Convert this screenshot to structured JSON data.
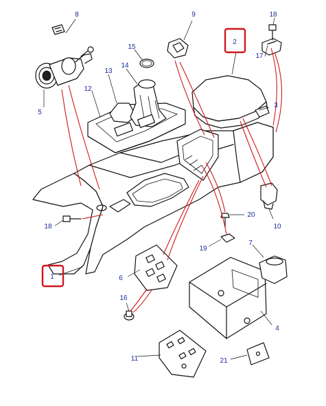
{
  "callouts": {
    "c1": "1",
    "c2": "2",
    "c3": "3",
    "c4": "4",
    "c5": "5",
    "c6": "6",
    "c7": "7",
    "c8": "8",
    "c9": "9",
    "c10": "10",
    "c11": "11",
    "c12": "12",
    "c13": "13",
    "c14": "14",
    "c15": "15",
    "c16": "16",
    "c17": "17",
    "c18a": "18",
    "c18b": "18",
    "c19": "19",
    "c20": "20",
    "c21": "21"
  },
  "highlighted_callouts": [
    "1",
    "2"
  ],
  "colors": {
    "highlight_box": "#d0161c",
    "leader_red": "#d01818",
    "label_blue": "#1a2a9c",
    "line": "#111111"
  }
}
